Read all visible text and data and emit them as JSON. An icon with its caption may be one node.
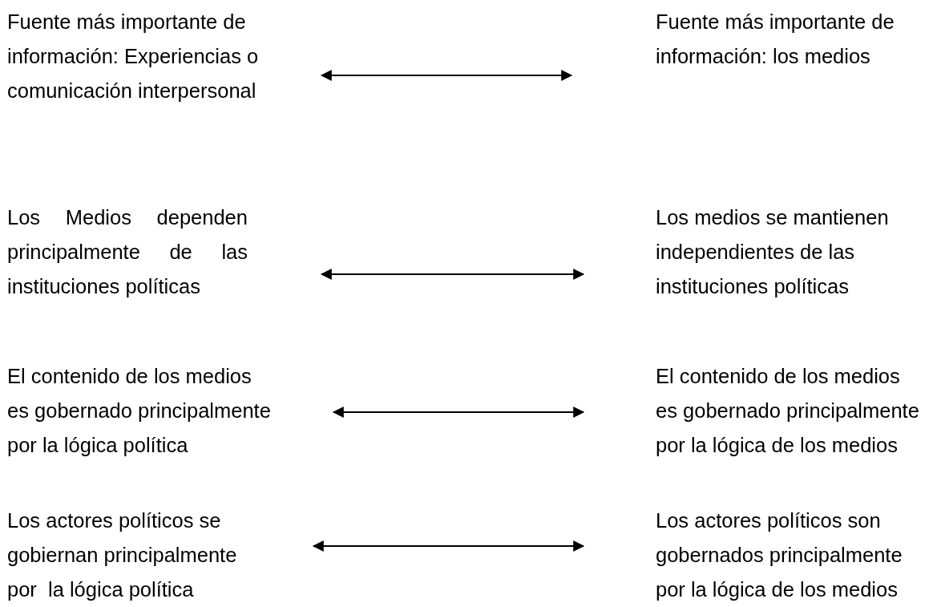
{
  "diagram": {
    "nodes": [
      {
        "text": [
          "Fuente más importante de información: Experiencias o comunicación interpersonal"
        ]
      },
      {
        "text": [
          "Fuente más importante de información: los medios"
        ]
      },
      {
        "text": [
          "Los Medios dependen principalmente de las instituciones políticas"
        ]
      },
      {
        "text": [
          "Los medios se mantienen independientes de las instituciones políticas"
        ]
      },
      {
        "text": [
          "El contenido de los medios es gobernado principalmente por la lógica política"
        ]
      },
      {
        "text": [
          "El contenido de los medios es gobernado principalmente por la lógica de los medios"
        ]
      },
      {
        "text": [
          "Los actores políticos se gobiernan principalmente por  la lógica política"
        ]
      },
      {
        "text": [
          "Los actores políticos son gobernados principalmente por la lógica de los medios"
        ]
      }
    ],
    "edges": [
      {
        "from": 0,
        "to": 1,
        "arrow": "both"
      },
      {
        "from": 2,
        "to": 3,
        "arrow": "both"
      },
      {
        "from": 4,
        "to": 5,
        "arrow": "both"
      },
      {
        "from": 6,
        "to": 7,
        "arrow": "both"
      }
    ]
  }
}
